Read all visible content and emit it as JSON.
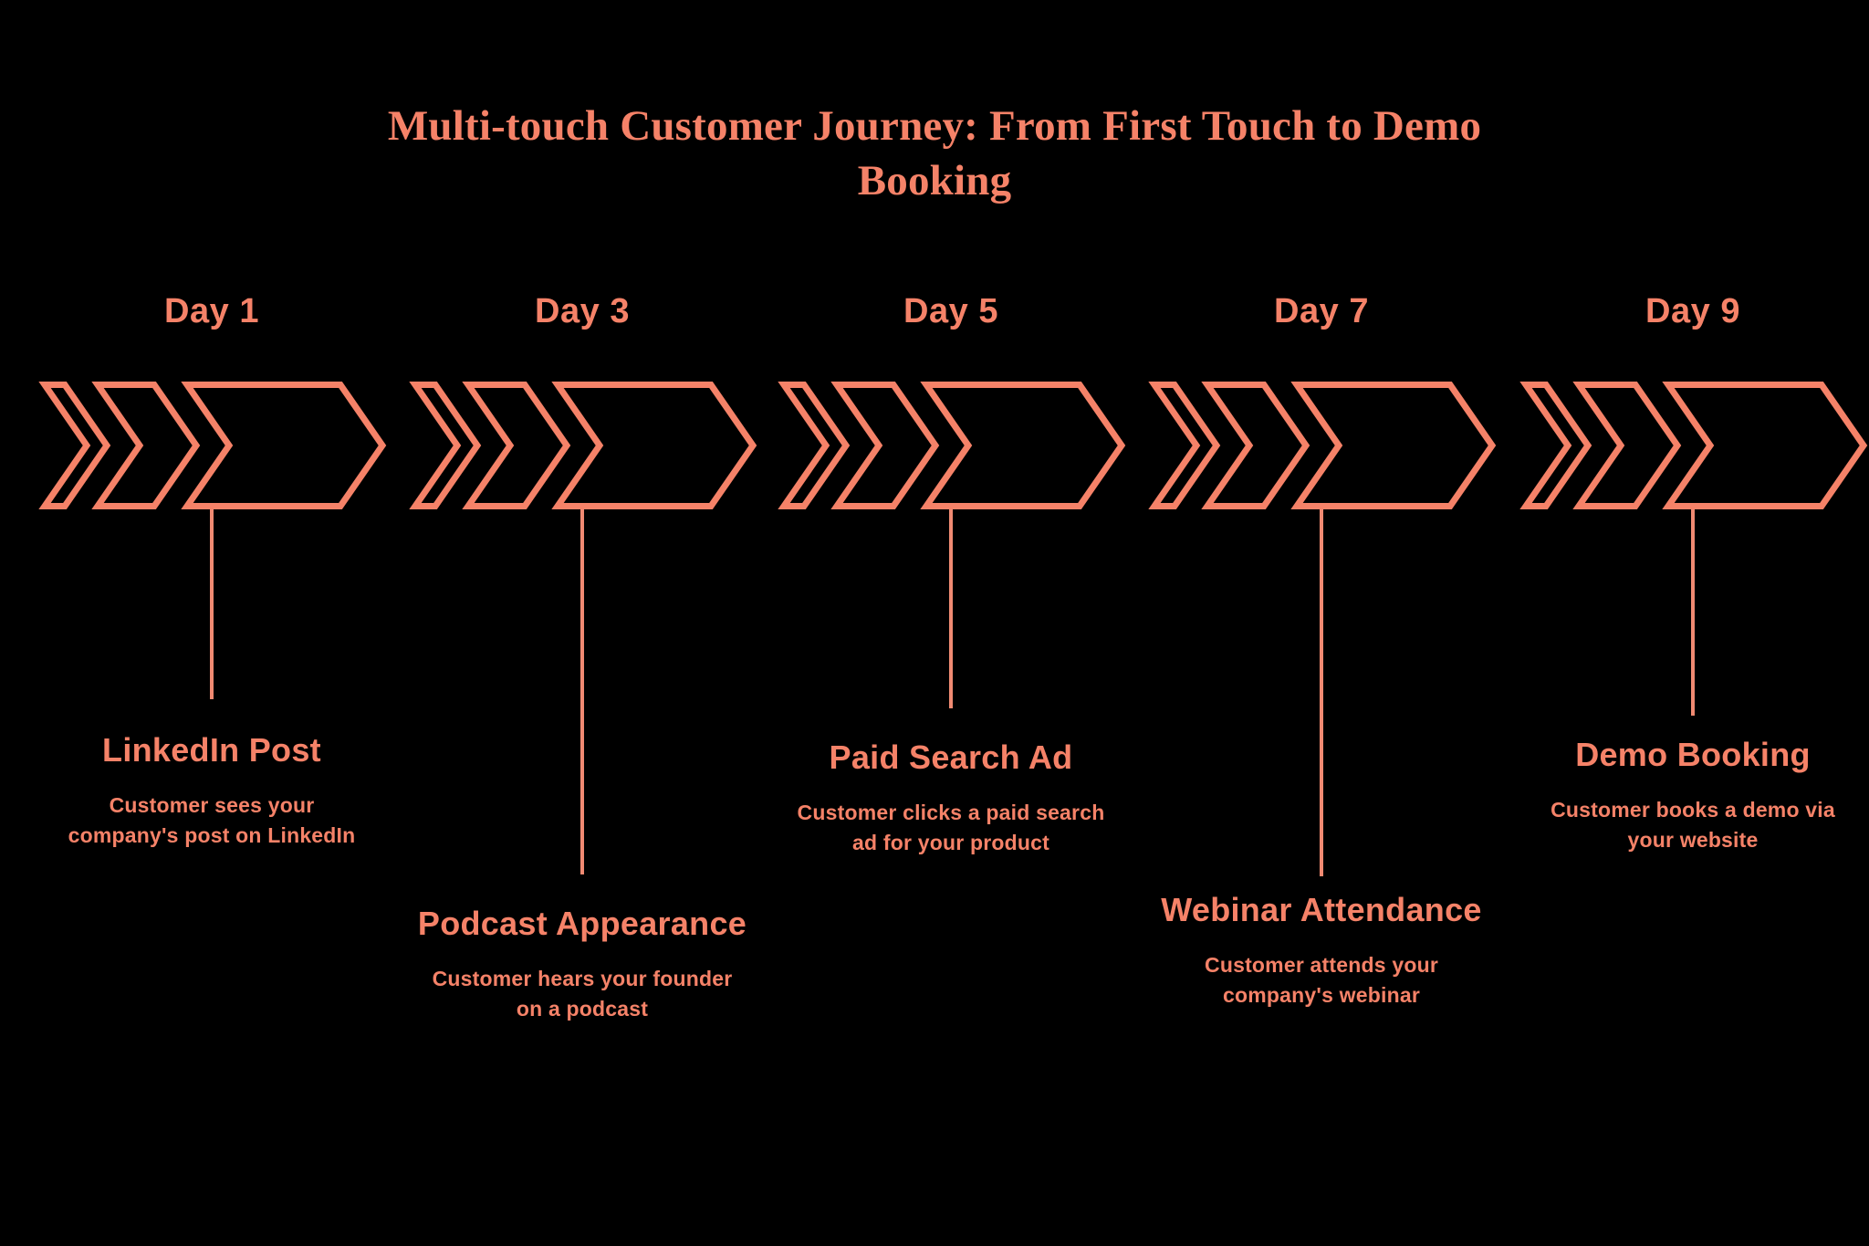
{
  "title": "Multi-touch Customer Journey: From First Touch to Demo Booking",
  "colors": {
    "background": "#000000",
    "accent": "#F58268",
    "line": "#F08A72"
  },
  "chart_data": {
    "type": "timeline",
    "title": "Multi-touch Customer Journey: From First Touch to Demo Booking",
    "orientation": "horizontal",
    "categories": [
      "Day 1",
      "Day 3",
      "Day 5",
      "Day 7",
      "Day 9"
    ],
    "milestones": [
      {
        "day_label": "Day 1",
        "heading": "LinkedIn Post",
        "description": "Customer sees your company's post on LinkedIn",
        "side": "near"
      },
      {
        "day_label": "Day 3",
        "heading": "Podcast Appearance",
        "description": "Customer hears your founder on a podcast",
        "side": "far"
      },
      {
        "day_label": "Day 5",
        "heading": "Paid Search Ad",
        "description": "Customer clicks a paid search ad for your product",
        "side": "mid"
      },
      {
        "day_label": "Day 7",
        "heading": "Webinar Attendance",
        "description": "Customer attends your company's webinar",
        "side": "far"
      },
      {
        "day_label": "Day 9",
        "heading": "Demo Booking",
        "description": "Customer books a demo via your website",
        "side": "near"
      }
    ]
  },
  "stages": [
    {
      "day_label": "Day 1",
      "heading": "LinkedIn Post",
      "description": "Customer sees your company's post on LinkedIn"
    },
    {
      "day_label": "Day 3",
      "heading": "Podcast Appearance",
      "description": "Customer hears your founder on a podcast"
    },
    {
      "day_label": "Day 5",
      "heading": "Paid Search Ad",
      "description": "Customer clicks a paid search ad for your product"
    },
    {
      "day_label": "Day 7",
      "heading": "Webinar Attendance",
      "description": "Customer attends your company's webinar"
    },
    {
      "day_label": "Day 9",
      "heading": "Demo Booking",
      "description": "Customer books a demo via your website"
    }
  ]
}
